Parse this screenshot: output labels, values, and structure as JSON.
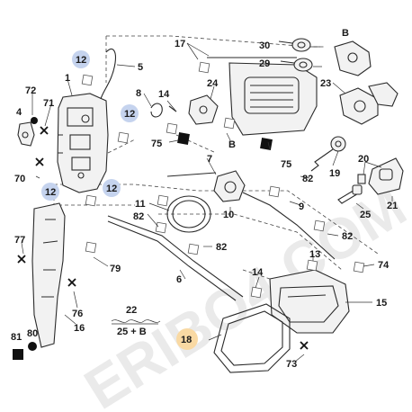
{
  "diagram": {
    "watermark": "ERIBO4.COM",
    "labels": [
      {
        "key": "n1",
        "text": "1"
      },
      {
        "key": "n4",
        "text": "4"
      },
      {
        "key": "n5",
        "text": "5"
      },
      {
        "key": "n6",
        "text": "6"
      },
      {
        "key": "n7",
        "text": "7"
      },
      {
        "key": "n8",
        "text": "8"
      },
      {
        "key": "n9",
        "text": "9"
      },
      {
        "key": "n10",
        "text": "10"
      },
      {
        "key": "n11",
        "text": "11"
      },
      {
        "key": "n12a",
        "text": "12"
      },
      {
        "key": "n12b",
        "text": "12"
      },
      {
        "key": "n12c",
        "text": "12"
      },
      {
        "key": "n12d",
        "text": "12"
      },
      {
        "key": "n13",
        "text": "13"
      },
      {
        "key": "n14a",
        "text": "14"
      },
      {
        "key": "n14b",
        "text": "14"
      },
      {
        "key": "n15",
        "text": "15"
      },
      {
        "key": "n16",
        "text": "16"
      },
      {
        "key": "n17",
        "text": "17"
      },
      {
        "key": "n18",
        "text": "18"
      },
      {
        "key": "n19",
        "text": "19"
      },
      {
        "key": "n20",
        "text": "20"
      },
      {
        "key": "n21",
        "text": "21"
      },
      {
        "key": "n22",
        "text": "22"
      },
      {
        "key": "n23",
        "text": "23"
      },
      {
        "key": "n24",
        "text": "24"
      },
      {
        "key": "n25",
        "text": "25"
      },
      {
        "key": "n25b",
        "text": "25 + B"
      },
      {
        "key": "n29",
        "text": "29"
      },
      {
        "key": "n30",
        "text": "30"
      },
      {
        "key": "n70",
        "text": "70"
      },
      {
        "key": "n71",
        "text": "71"
      },
      {
        "key": "n72",
        "text": "72"
      },
      {
        "key": "n73",
        "text": "73"
      },
      {
        "key": "n74",
        "text": "74"
      },
      {
        "key": "n75a",
        "text": "75"
      },
      {
        "key": "n75b",
        "text": "75"
      },
      {
        "key": "n76",
        "text": "76"
      },
      {
        "key": "n77",
        "text": "77"
      },
      {
        "key": "n79",
        "text": "79"
      },
      {
        "key": "n80",
        "text": "80"
      },
      {
        "key": "n81",
        "text": "81"
      },
      {
        "key": "n82a",
        "text": "82"
      },
      {
        "key": "n82b",
        "text": "82"
      },
      {
        "key": "n82c",
        "text": "82"
      },
      {
        "key": "nBa",
        "text": "B"
      },
      {
        "key": "nBb",
        "text": "B"
      }
    ],
    "highlight_colors": {
      "blue": "#c5d3ee",
      "orange": "#f9d9a3"
    }
  }
}
